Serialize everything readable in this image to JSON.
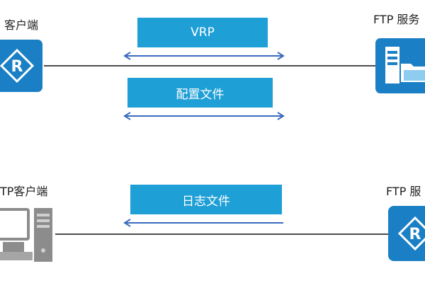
{
  "diagrams": [
    {
      "left_node": {
        "label": "客户端",
        "icon": "router-icon"
      },
      "right_node": {
        "label": "FTP 服务",
        "icon": "file-server-icon"
      },
      "messages": [
        {
          "label": "VRP",
          "direction": "bidirectional"
        },
        {
          "label": "配置文件",
          "direction": "bidirectional"
        }
      ]
    },
    {
      "left_node": {
        "label": "TP客户端",
        "icon": "computer-icon"
      },
      "right_node": {
        "label": "FTP 服",
        "icon": "router-icon"
      },
      "messages": [
        {
          "label": "日志文件",
          "direction": "right-to-left"
        }
      ]
    }
  ],
  "colors": {
    "box_fill": "#1e9fd6",
    "device_blue": "#1a7fc4",
    "arrow": "#3a6bbf",
    "line": "#111111",
    "computer_gray": "#8c8c8c"
  }
}
